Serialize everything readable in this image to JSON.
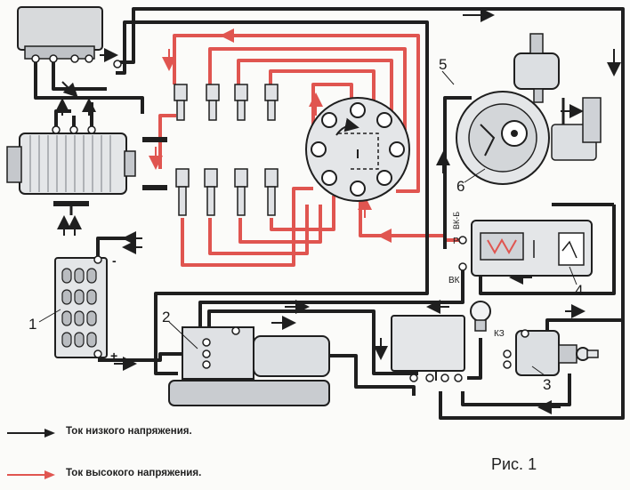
{
  "component_numbers": {
    "battery": "1",
    "coil": "2",
    "switch": "3",
    "relay": "4",
    "distributor_arrow": "5",
    "distributor": "6"
  },
  "terminal_labels": {
    "minus": "-",
    "plus": "+",
    "vk_b": "ВК-Б",
    "r": "Р",
    "vk": "ВК",
    "kz": "КЗ"
  },
  "legend": {
    "low_voltage": "Ток низкого напряжения.",
    "high_voltage": "Ток высокого напряжения."
  },
  "caption": "Рис. 1",
  "colors": {
    "low_voltage": "#1f1f1f",
    "high_voltage": "#e05550",
    "component_fill": "#e4e6e8",
    "component_dark": "#b9bcc0"
  }
}
